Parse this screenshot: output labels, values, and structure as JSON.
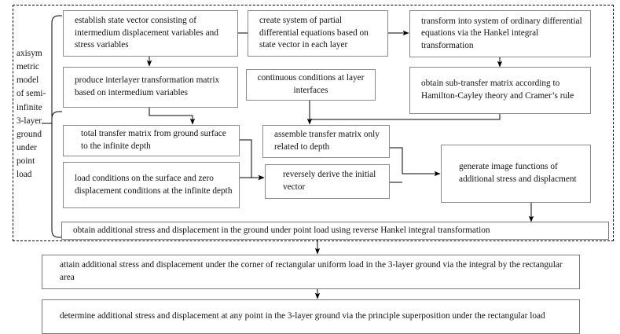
{
  "diagram": {
    "title": "axisymmetric 3-layer ground flowchart",
    "group_label": "axisym\nmetric\nmodel\nof semi-\ninfinite\n3-layer\nground\nunder\npoint\nload",
    "group_label_plain": "axisymmetric model of semi-infinite 3-layer ground under point load",
    "nodes": {
      "establish_state_vector": "establish state vector consisting of intermedium displacement variables and stress variables",
      "create_pde_system": "create system of partial differential equations based on state vector in each layer",
      "transform_ode_hankel": "transform into system of ordinary differential equations via the Hankel integral transformation",
      "produce_interlayer_matrix": "produce interlayer transformation matrix based on intermedium variables",
      "continuous_conditions": "continuous conditions at layer interfaces",
      "obtain_sub_transfer_matrix": "obtain sub-transfer matrix according to Hamilton-Cayley theory and Cramer’s rule",
      "total_transfer_matrix": "total transfer matrix from ground surface to the infinite depth",
      "assemble_transfer_matrix": "assemble transfer matrix only related to depth",
      "generate_image_functions": "generate image functions of additional stress and displacment",
      "load_conditions": "load conditions on the surface and zero displacement conditions at the infinite depth",
      "reversely_derive_initial_vector": "reversely derive the initial vector",
      "obtain_point_load_result": "obtain additional stress and displacement in the ground under point load using reverse Hankel integral transformation",
      "attain_corner_rect_load": "attain additional stress and displacement under the corner of rectangular uniform load in the 3-layer ground via the integral by the rectangular area",
      "determine_any_point": "determine additional stress and displacement at any point  in the 3-layer ground via the principle superposition under the rectangular load"
    },
    "colors": {
      "box_border": "#8a8a8a",
      "line": "#000000",
      "background": "#ffffff",
      "text": "#111111"
    }
  }
}
